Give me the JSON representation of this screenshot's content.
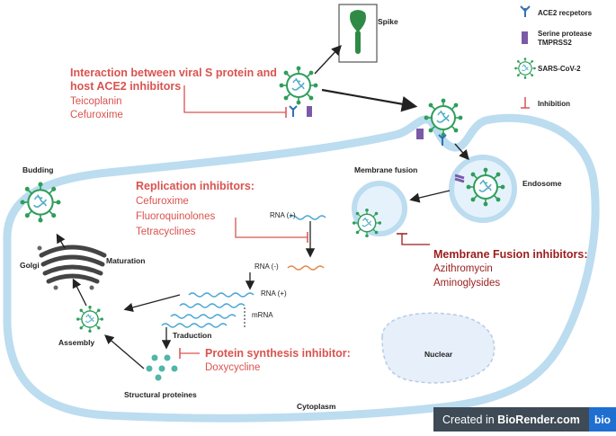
{
  "legend": {
    "ace2": "ACE2 recpetors",
    "tmprss2_line1": "Serine protease",
    "tmprss2_line2": "TMPRSS2",
    "virus": "SARS-CoV-2",
    "inhibition": "Inhibition"
  },
  "labels": {
    "spike": "Spike",
    "budding": "Budding",
    "golgi": "Golgi",
    "maturation": "Maturation",
    "assembly": "Assembly",
    "structural_proteins": "Structural proteines",
    "traduction": "Traduction",
    "cytoplasm": "Cytoplasm",
    "nuclear": "Nuclear",
    "membrane_fusion": "Membrane fusion",
    "endosome": "Endosome",
    "rna_plus_1": "RNA (+)",
    "rna_minus": "RNA (-)",
    "rna_plus_2": "RNA (+)",
    "mrna": "mRNA"
  },
  "groups": {
    "ace2_inhibitors": {
      "title_line1": "Interaction between viral S protein and",
      "title_line2": "host ACE2 inhibitors",
      "drugs": [
        "Teicoplanin",
        "Cefuroxime"
      ]
    },
    "replication_inhibitors": {
      "title": "Replication inhibitors:",
      "drugs": [
        "Cefuroxime",
        "Fluoroquinolones",
        "Tetracyclines"
      ]
    },
    "fusion_inhibitors": {
      "title": "Membrane Fusion inhibitors:",
      "drugs": [
        "Azithromycin",
        "Aminoglysides"
      ]
    },
    "protein_synthesis_inhibitor": {
      "title": "Protein synthesis inhibitor:",
      "drugs": [
        "Doxycycline"
      ]
    }
  },
  "watermark": {
    "prefix": "Created in ",
    "brand": "BioRender.com",
    "logo": "bio"
  },
  "colors": {
    "membrane": "#bcdcf0",
    "virus_ring": "#2e9e5b",
    "virus_core": "#55b0c8",
    "inhibitor_red": "#d9534f",
    "inhibitor_dark_red": "#9b1c1c",
    "rna_positive": "#4aa6d6",
    "rna_negative": "#e08a4a",
    "ace2_blue": "#3570b5",
    "tmprss2_purple": "#7a5aa8",
    "spike_green": "#2f8a45"
  }
}
